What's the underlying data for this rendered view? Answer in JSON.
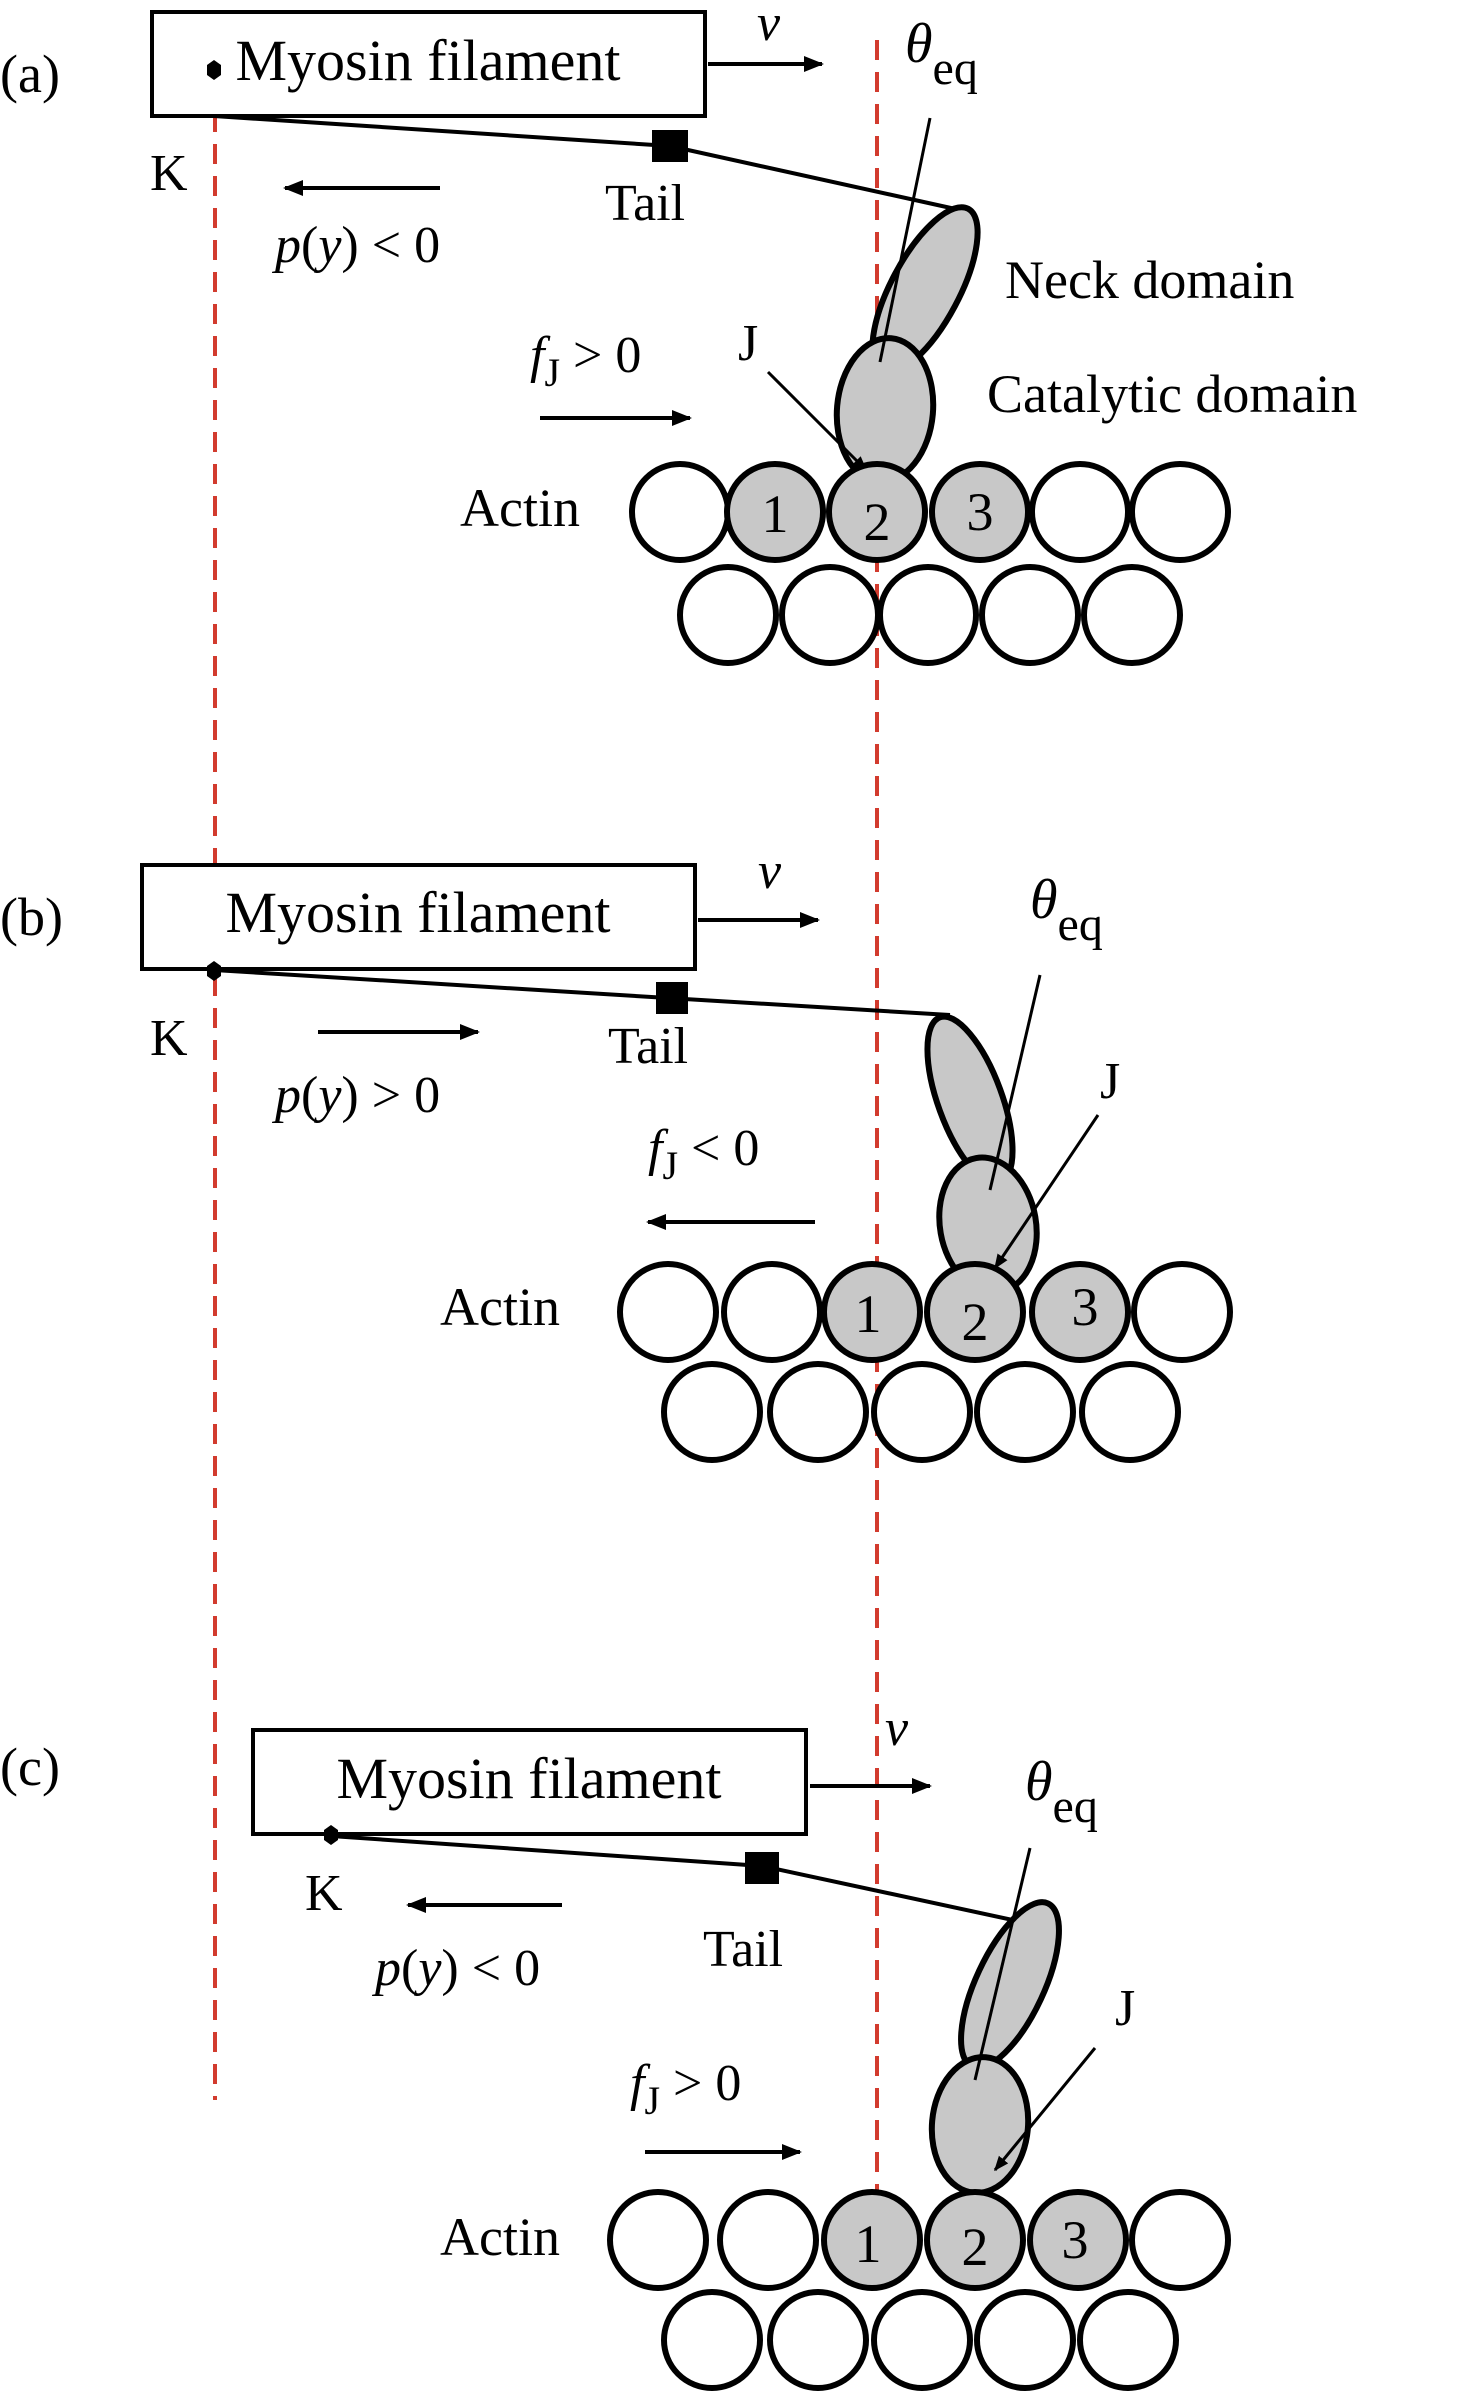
{
  "colors": {
    "background": "#ffffff",
    "ink": "#000000",
    "shaded": "#c8c8c8",
    "reference_line": "#d23b2e"
  },
  "panels": [
    {
      "id": "a",
      "panel_label": "(a)",
      "filament_label": "Myosin filament",
      "velocity_label": "v",
      "point_k_label": "K",
      "tail_label": "Tail",
      "force_p": {
        "symbol": "p",
        "arg": "(",
        "var": "y",
        "rest": ") < 0",
        "direction": "left"
      },
      "force_j": {
        "symbol": "f",
        "sub": "J",
        "rest": " > 0",
        "direction": "right"
      },
      "theta_label": {
        "symbol": "θ",
        "sub": "eq"
      },
      "joint_label": "J",
      "neck_label": "Neck domain",
      "catalytic_label": "Catalytic domain",
      "actin_label": "Actin",
      "actin_numbers": [
        "1",
        "2",
        "3"
      ]
    },
    {
      "id": "b",
      "panel_label": "(b)",
      "filament_label": "Myosin filament",
      "velocity_label": "v",
      "point_k_label": "K",
      "tail_label": "Tail",
      "force_p": {
        "symbol": "p",
        "arg": "(",
        "var": "y",
        "rest": ") > 0",
        "direction": "right"
      },
      "force_j": {
        "symbol": "f",
        "sub": "J",
        "rest": " < 0",
        "direction": "left"
      },
      "theta_label": {
        "symbol": "θ",
        "sub": "eq"
      },
      "joint_label": "J",
      "actin_label": "Actin",
      "actin_numbers": [
        "1",
        "2",
        "3"
      ]
    },
    {
      "id": "c",
      "panel_label": "(c)",
      "filament_label": "Myosin filament",
      "velocity_label": "v",
      "point_k_label": "K",
      "tail_label": "Tail",
      "force_p": {
        "symbol": "p",
        "arg": "(",
        "var": "y",
        "rest": ") < 0",
        "direction": "left"
      },
      "force_j": {
        "symbol": "f",
        "sub": "J",
        "rest": " > 0",
        "direction": "right"
      },
      "theta_label": {
        "symbol": "θ",
        "sub": "eq"
      },
      "joint_label": "J",
      "actin_label": "Actin",
      "actin_numbers": [
        "1",
        "2",
        "3"
      ]
    }
  ]
}
